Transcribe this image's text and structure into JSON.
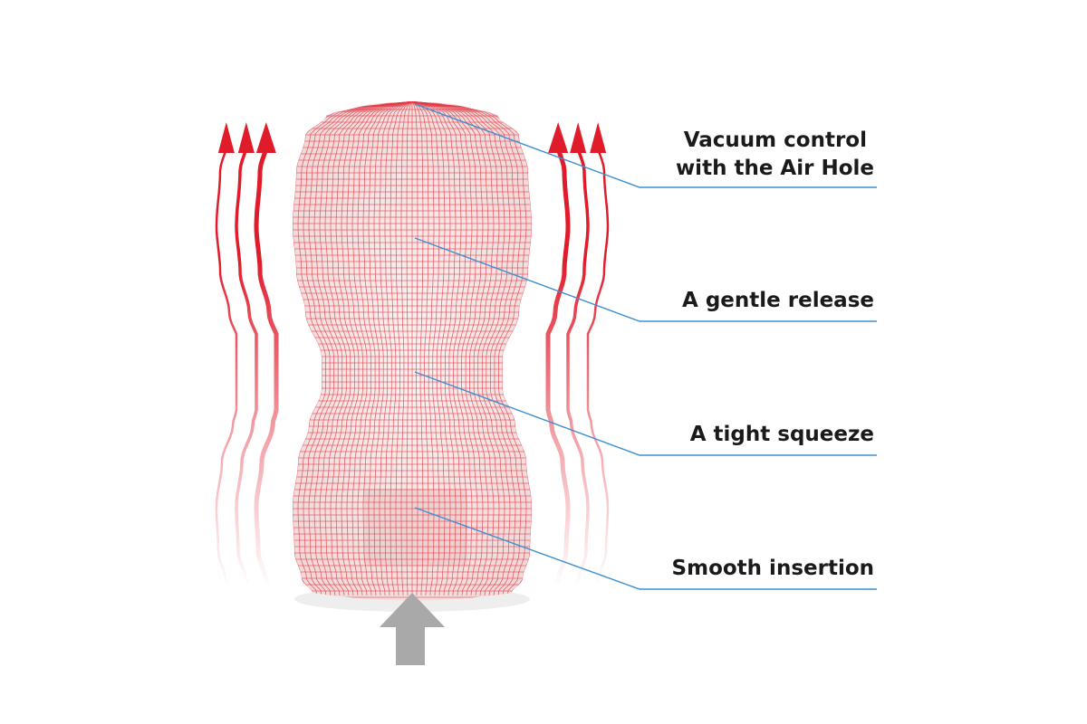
{
  "colors": {
    "arrow_red": "#e01b2a",
    "mesh_red": "#e23a44",
    "leader_blue": "#3d8fd0",
    "body_fill": "#f6e4e4",
    "insert_arrow": "#a9a9a9"
  },
  "labels": [
    {
      "id": "vacuum",
      "lines": [
        "Vacuum control",
        "with the Air Hole"
      ]
    },
    {
      "id": "release",
      "lines": [
        "A gentle release"
      ]
    },
    {
      "id": "squeeze",
      "lines": [
        "A tight squeeze"
      ]
    },
    {
      "id": "insertion",
      "lines": [
        "Smooth insertion"
      ]
    }
  ],
  "icons": {
    "airflow": "airflow-arrow-icon",
    "insertion": "insertion-arrow-icon"
  }
}
